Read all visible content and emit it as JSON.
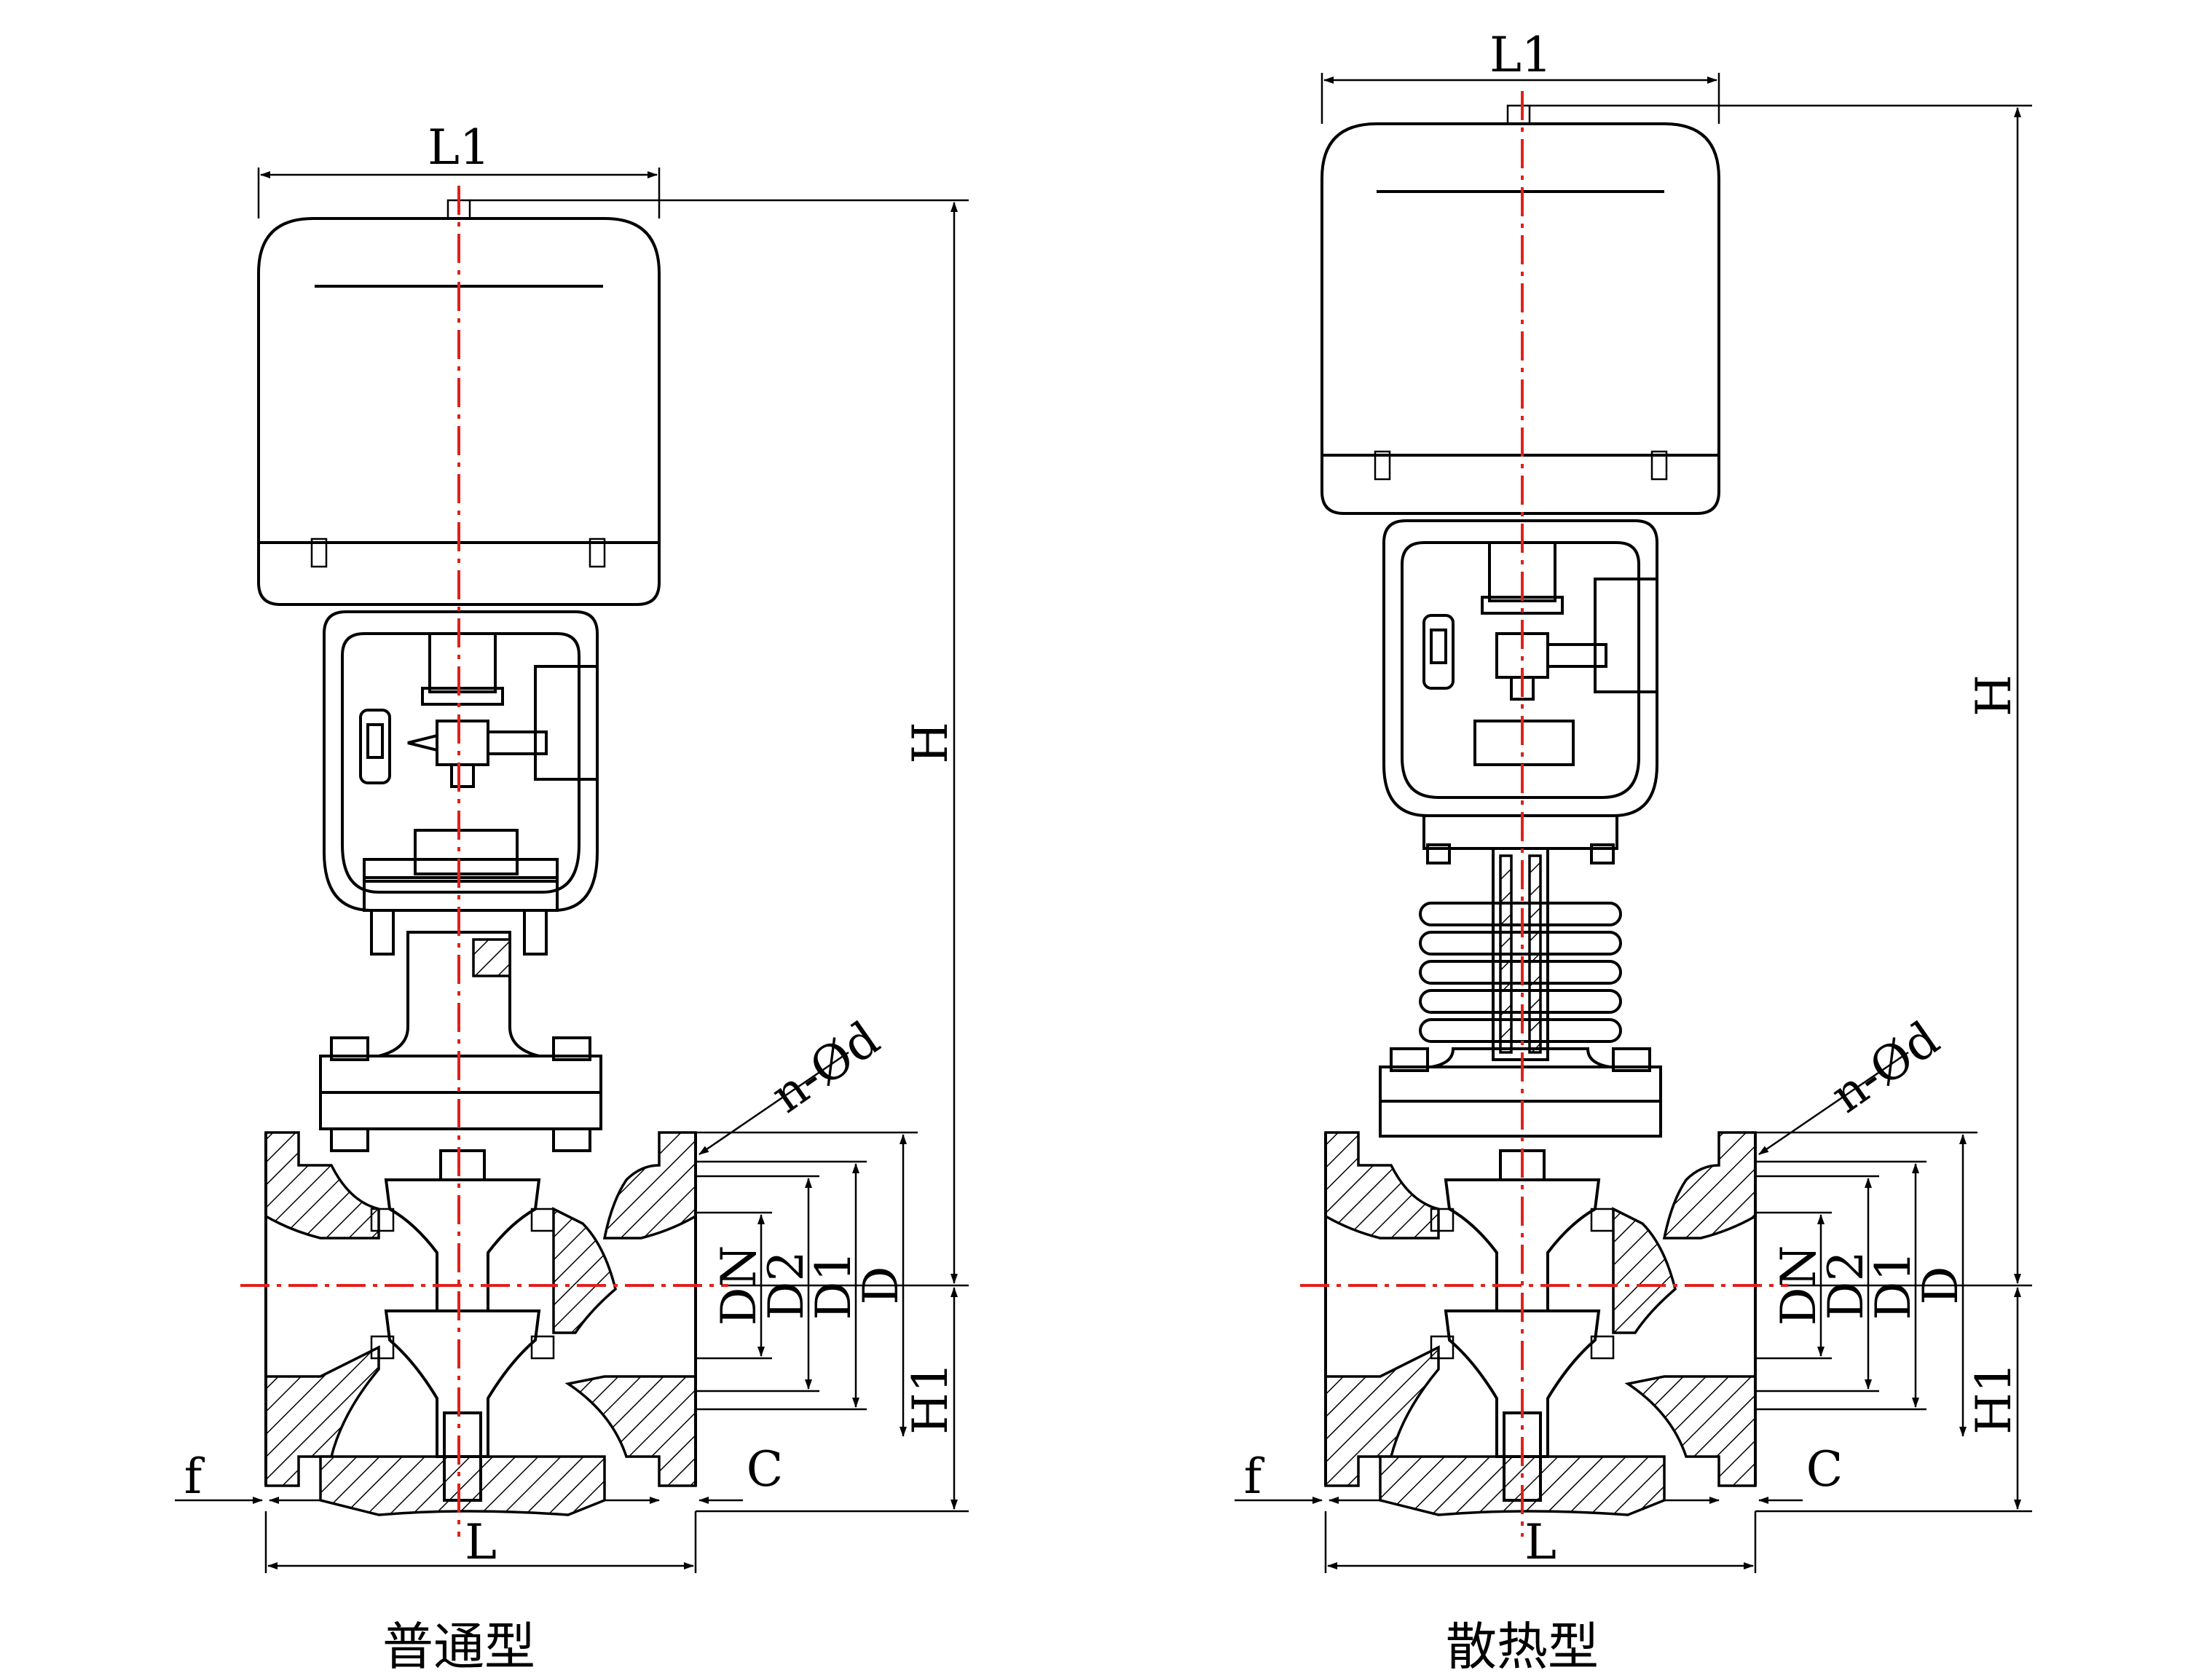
{
  "variants": [
    {
      "caption": "普通型",
      "labels": {
        "l1": "L1",
        "h": "H",
        "h1": "H1",
        "n_d": "n-Ød",
        "dn": "DN",
        "d2": "D2",
        "d1": "D1",
        "d": "D",
        "f": "f",
        "c": "C",
        "l": "L"
      }
    },
    {
      "caption": "散热型",
      "labels": {
        "l1": "L1",
        "h": "H",
        "h1": "H1",
        "n_d": "n-Ød",
        "dn": "DN",
        "d2": "D2",
        "d1": "D1",
        "d": "D",
        "f": "f",
        "c": "C",
        "l": "L"
      }
    }
  ],
  "colors": {
    "centerline": "#e0211b",
    "line": "#000000",
    "background": "#ffffff"
  }
}
